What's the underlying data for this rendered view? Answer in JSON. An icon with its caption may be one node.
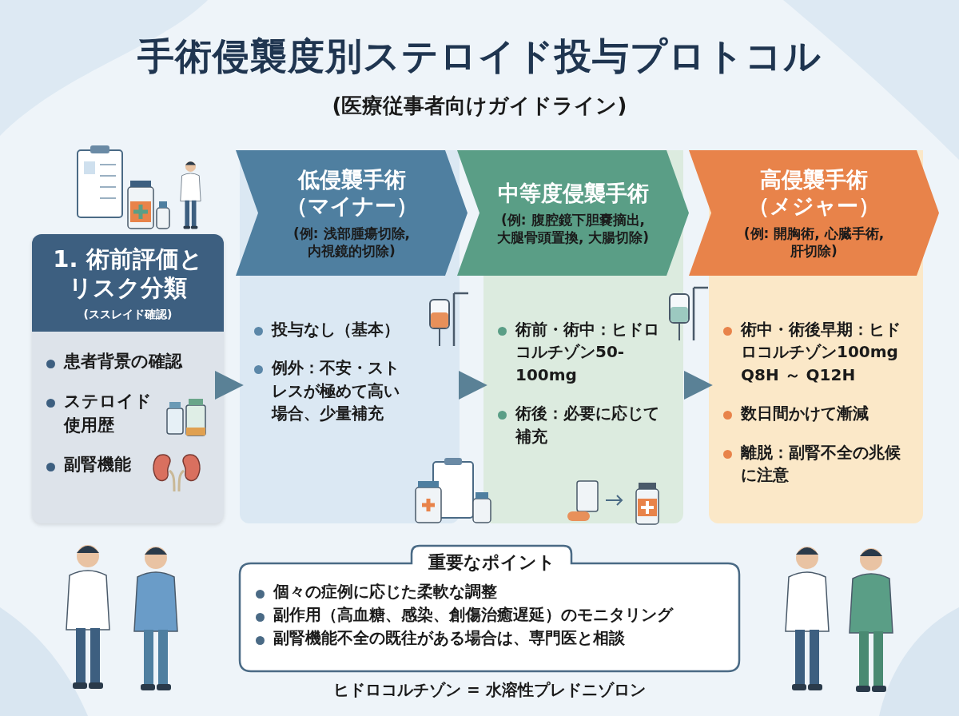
{
  "diagram": {
    "title": "手術侵襲度別ステロイド投与プロトコル",
    "nodes": [
      {
        "text": [
          "1. 術前評価とリスク分類",
          "(ススレイド確認)",
          "患者背景の確認",
          "ステロイド使用歴",
          "副腎機能"
        ]
      },
      {
        "text": [
          "低侵襲手術（マイナー）",
          "(例: 浅部腫瘍切除, 内視鏡的切除)",
          "投与なし（基本）",
          "例外：不安・ストレスが極めて高い場合、少量補充"
        ]
      },
      {
        "text": [
          "中等度侵襲手術",
          "(例: 腹腔鏡下胆嚢摘出, 大腿骨頭置換, 大腸切除)",
          "術前・術中：ヒドロコルチゾン50-100mg",
          "術後：必要に応じて補充"
        ]
      },
      {
        "text": [
          "高侵襲手術（メジャー）",
          "(例: 開胸術, 心臓手術, 肝切除)",
          "術中・術後早期：ヒドロコルチゾン100mg Q8H ～ Q12H",
          "数日間かけて漸減",
          "離脱：副腎不全の兆候に注意"
        ]
      },
      {
        "text": [
          "重要なポイント",
          "個々の症例に応じた柔軟な調整",
          "副作用（高血糖、感染、創傷治癒遅延）のモニタリング",
          "副腎機能不全の既往がある場合は、専門医と相談"
        ]
      }
    ],
    "edges": [
      {
        "from": 0,
        "to": 1,
        "arrow": "to"
      },
      {
        "from": 1,
        "to": 2,
        "arrow": "to"
      },
      {
        "from": 2,
        "to": 3,
        "arrow": "to"
      }
    ],
    "labels": [
      "(医療従事者向けガイドライン)",
      "ヒドロコルチゾン = 水溶性プレドニゾロン"
    ]
  }
}
